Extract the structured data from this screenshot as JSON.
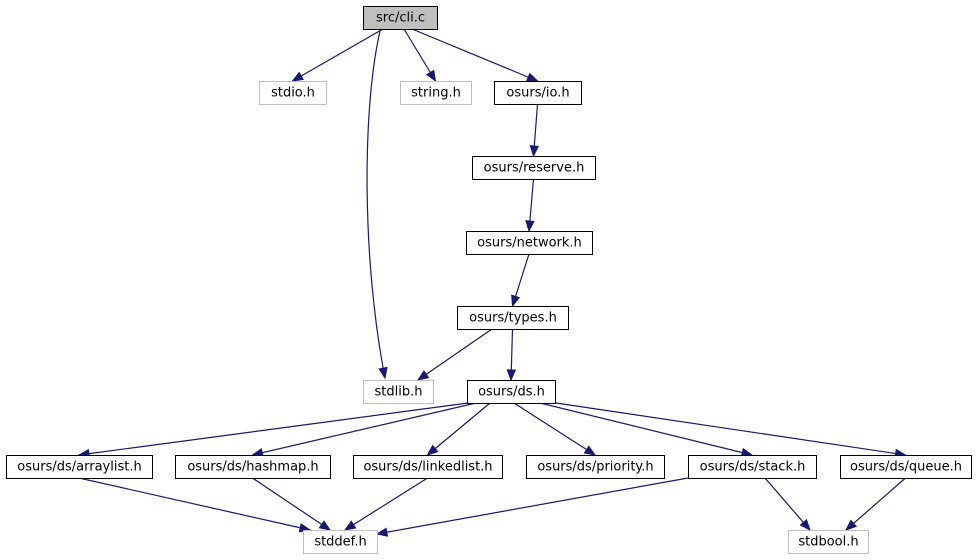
{
  "graph": {
    "title": "src/cli.c",
    "nodes": [
      {
        "id": "cli",
        "label": "src/cli.c",
        "kind": "root"
      },
      {
        "id": "stdio",
        "label": "stdio.h",
        "kind": "system"
      },
      {
        "id": "string",
        "label": "string.h",
        "kind": "system"
      },
      {
        "id": "io",
        "label": "osurs/io.h",
        "kind": "local"
      },
      {
        "id": "reserve",
        "label": "osurs/reserve.h",
        "kind": "local"
      },
      {
        "id": "network",
        "label": "osurs/network.h",
        "kind": "local"
      },
      {
        "id": "types",
        "label": "osurs/types.h",
        "kind": "local"
      },
      {
        "id": "stdlib",
        "label": "stdlib.h",
        "kind": "system"
      },
      {
        "id": "ds",
        "label": "osurs/ds.h",
        "kind": "local"
      },
      {
        "id": "arraylist",
        "label": "osurs/ds/arraylist.h",
        "kind": "local"
      },
      {
        "id": "hashmap",
        "label": "osurs/ds/hashmap.h",
        "kind": "local"
      },
      {
        "id": "linkedlist",
        "label": "osurs/ds/linkedlist.h",
        "kind": "local"
      },
      {
        "id": "priority",
        "label": "osurs/ds/priority.h",
        "kind": "local"
      },
      {
        "id": "stack",
        "label": "osurs/ds/stack.h",
        "kind": "local"
      },
      {
        "id": "queue",
        "label": "osurs/ds/queue.h",
        "kind": "local"
      },
      {
        "id": "stddef",
        "label": "stddef.h",
        "kind": "system"
      },
      {
        "id": "stdbool",
        "label": "stdbool.h",
        "kind": "system"
      }
    ],
    "edges": [
      {
        "from": "cli",
        "to": "stdio"
      },
      {
        "from": "cli",
        "to": "stdlib"
      },
      {
        "from": "cli",
        "to": "string"
      },
      {
        "from": "cli",
        "to": "io"
      },
      {
        "from": "io",
        "to": "reserve"
      },
      {
        "from": "reserve",
        "to": "network"
      },
      {
        "from": "network",
        "to": "types"
      },
      {
        "from": "types",
        "to": "stdlib"
      },
      {
        "from": "types",
        "to": "ds"
      },
      {
        "from": "ds",
        "to": "arraylist"
      },
      {
        "from": "ds",
        "to": "hashmap"
      },
      {
        "from": "ds",
        "to": "linkedlist"
      },
      {
        "from": "ds",
        "to": "priority"
      },
      {
        "from": "ds",
        "to": "stack"
      },
      {
        "from": "ds",
        "to": "queue"
      },
      {
        "from": "arraylist",
        "to": "stddef"
      },
      {
        "from": "hashmap",
        "to": "stddef"
      },
      {
        "from": "linkedlist",
        "to": "stddef"
      },
      {
        "from": "stack",
        "to": "stddef"
      },
      {
        "from": "stack",
        "to": "stdbool"
      },
      {
        "from": "queue",
        "to": "stdbool"
      }
    ],
    "colors": {
      "edge": "#191970",
      "root_fill": "#bfbfbf",
      "local_border": "#000000",
      "system_border": "#bfbfbf"
    }
  }
}
